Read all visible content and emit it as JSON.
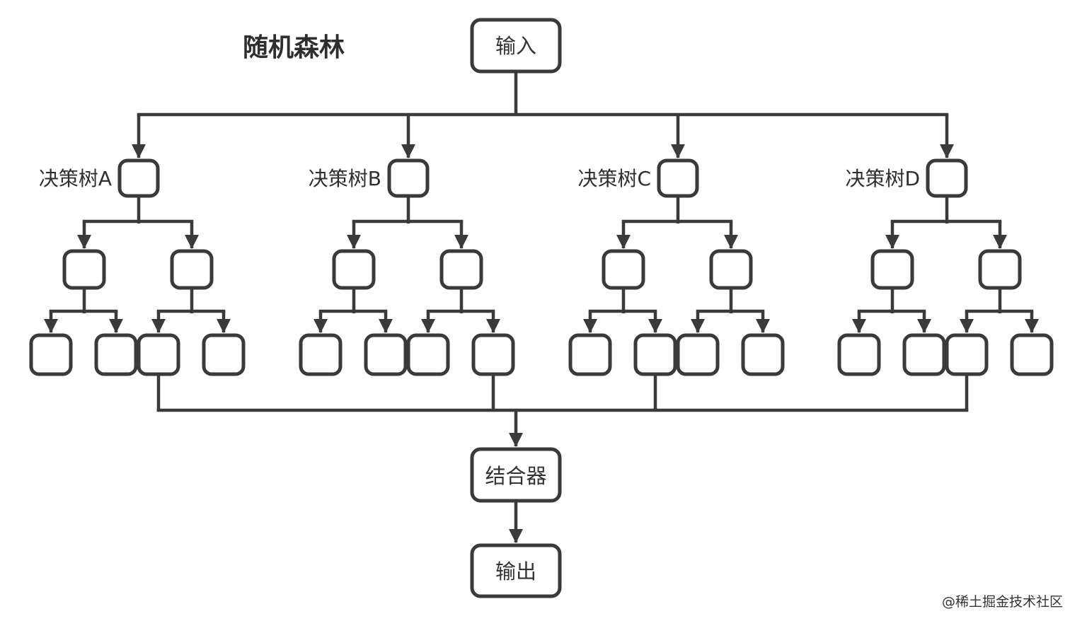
{
  "diagram": {
    "title": "随机森林",
    "input_label": "输入",
    "trees": [
      {
        "label": "决策树A"
      },
      {
        "label": "决策树B"
      },
      {
        "label": "决策树C"
      },
      {
        "label": "决策树D"
      }
    ],
    "combiner_label": "结合器",
    "output_label": "输出",
    "watermark": "@稀土掘金技术社区",
    "structure": {
      "num_trees": 4,
      "nodes_per_tree_levels": [
        1,
        2,
        4
      ],
      "flow": [
        "输入",
        "决策树A/B/C/D",
        "结合器",
        "输出"
      ]
    },
    "colors": {
      "stroke": "#3a3a3a",
      "box_fill": "#ffffff",
      "background": "#ffffff",
      "text": "#333333",
      "watermark": "#c5c5c5"
    }
  }
}
